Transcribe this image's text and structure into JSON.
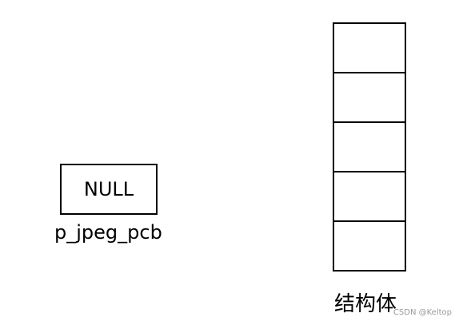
{
  "pointer": {
    "value": "NULL",
    "name": "p_jpeg_pcb"
  },
  "struct": {
    "label": "结构体",
    "cells": [
      "",
      "",
      "",
      "",
      ""
    ]
  },
  "watermark": "CSDN @Keltop"
}
